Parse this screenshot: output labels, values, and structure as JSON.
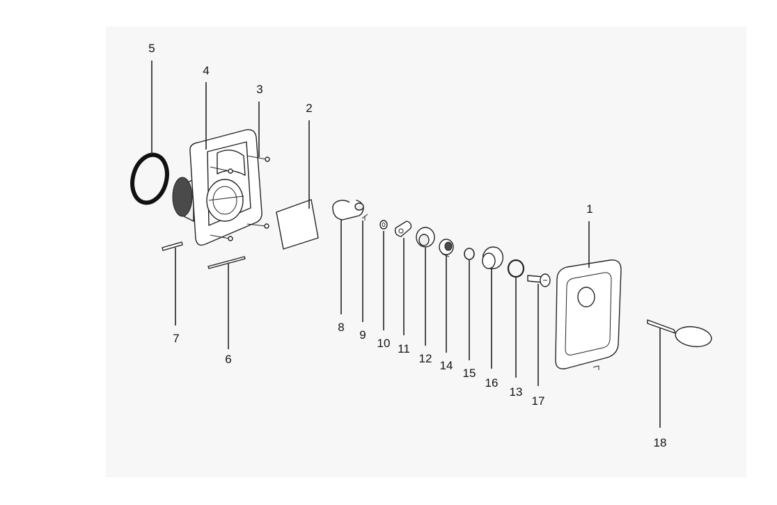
{
  "diagram": {
    "callouts": [
      {
        "id": "5",
        "text": "5"
      },
      {
        "id": "4",
        "text": "4"
      },
      {
        "id": "3",
        "text": "3"
      },
      {
        "id": "2",
        "text": "2"
      },
      {
        "id": "1",
        "text": "1"
      },
      {
        "id": "7",
        "text": "7"
      },
      {
        "id": "6",
        "text": "6"
      },
      {
        "id": "8",
        "text": "8"
      },
      {
        "id": "9",
        "text": "9"
      },
      {
        "id": "10",
        "text": "10"
      },
      {
        "id": "11",
        "text": "11"
      },
      {
        "id": "12",
        "text": "12"
      },
      {
        "id": "14",
        "text": "14"
      },
      {
        "id": "15",
        "text": "15"
      },
      {
        "id": "16",
        "text": "16"
      },
      {
        "id": "13",
        "text": "13"
      },
      {
        "id": "17",
        "text": "17"
      },
      {
        "id": "18",
        "text": "18"
      }
    ]
  }
}
